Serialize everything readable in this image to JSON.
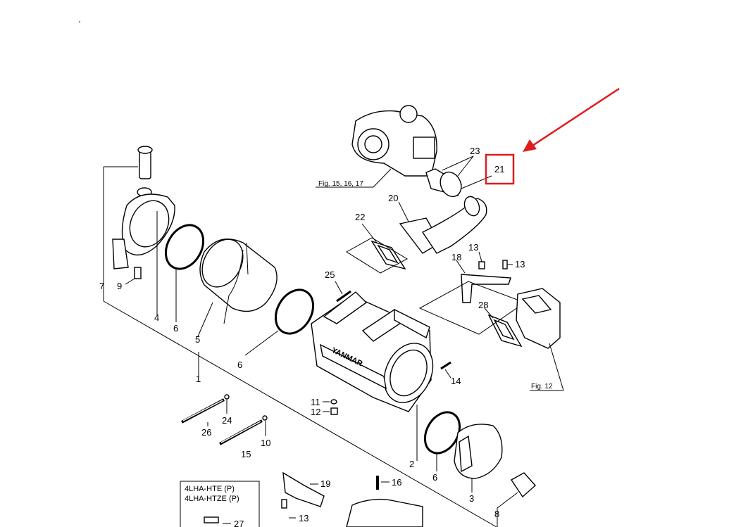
{
  "labels": {
    "l1": "1",
    "l2": "2",
    "l3": "3",
    "l4": "4",
    "l5": "5",
    "l6a": "6",
    "l6b": "6",
    "l6c": "6",
    "l7": "7",
    "l8": "8",
    "l9": "9",
    "l10": "10",
    "l11": "11",
    "l12": "12",
    "l13a": "13",
    "l13b": "13",
    "l13c": "13",
    "l14": "14",
    "l15": "15",
    "l16": "16",
    "l18": "18",
    "l19": "19",
    "l20": "20",
    "l21": "21",
    "l22": "22",
    "l23": "23",
    "l24": "24",
    "l25": "25",
    "l26": "26",
    "l27": "27",
    "l28": "28"
  },
  "figure_refs": {
    "fig_turbo": "Fig. 15, 16, 17",
    "fig_12": "Fig. 12"
  },
  "model_box": {
    "line1": "4LHA-HTE (P)",
    "line2": "4LHA-HTZE (P)"
  },
  "brand_text": "YANMAR",
  "highlight": {
    "target_label": "21",
    "color": "#e01b1b"
  }
}
